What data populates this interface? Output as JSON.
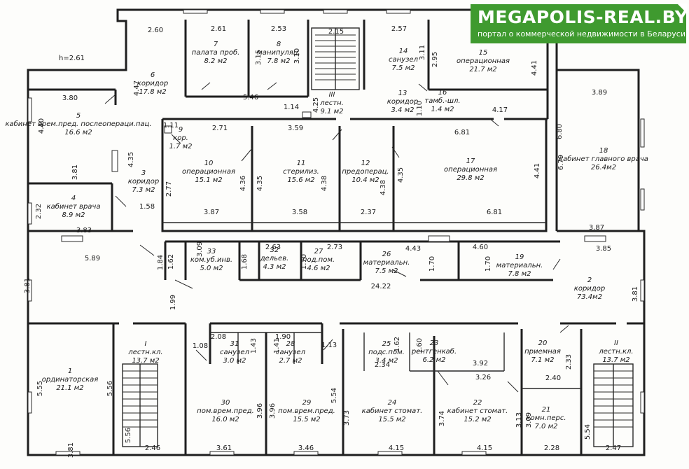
{
  "watermark": {
    "title": "MEGAPOLIS-REAL.BY",
    "subtitle": "портал о коммерческой недвижимости в Беларуси"
  },
  "height_note": "h=2.61",
  "rooms": [
    {
      "num": "1",
      "name": "ординаторская",
      "area": "21.1 м2"
    },
    {
      "num": "2",
      "name": "коридор",
      "area": "73.4м2"
    },
    {
      "num": "3",
      "name": "коридор",
      "area": "7.3 м2"
    },
    {
      "num": "4",
      "name": "кабинет врача",
      "area": "8.9 м2"
    },
    {
      "num": "5",
      "name": "кабинет врем.пред. послеопераци.пац.",
      "area": "16.6 м2"
    },
    {
      "num": "6",
      "name": "коридор",
      "area": "17.8 м2"
    },
    {
      "num": "7",
      "name": "палата проб.",
      "area": "8.2 м2"
    },
    {
      "num": "8",
      "name": "манипуляц.",
      "area": "7.8 м2"
    },
    {
      "num": "9",
      "name": "кор.",
      "area": "1.7 м2"
    },
    {
      "num": "10",
      "name": "операционная",
      "area": "15.1 м2"
    },
    {
      "num": "11",
      "name": "стерилиз.",
      "area": "15.6 м2"
    },
    {
      "num": "12",
      "name": "предоперац.",
      "area": "10.4 м2"
    },
    {
      "num": "13",
      "name": "коридор",
      "area": "3.4 м2"
    },
    {
      "num": "14",
      "name": "санузел",
      "area": "7.5 м2"
    },
    {
      "num": "15",
      "name": "операционная",
      "area": "21.7 м2"
    },
    {
      "num": "16",
      "name": "тамб.-шл.",
      "area": "1.4 м2"
    },
    {
      "num": "17",
      "name": "операционная",
      "area": "29.8 м2"
    },
    {
      "num": "18",
      "name": "кабинет главного врача",
      "area": "26.4м2"
    },
    {
      "num": "19",
      "name": "материальн.",
      "area": "7.8 м2"
    },
    {
      "num": "20",
      "name": "приемная",
      "area": "7.1 м2"
    },
    {
      "num": "21",
      "name": "комн.перс.",
      "area": "7.0 м2"
    },
    {
      "num": "22",
      "name": "кабинет стомат.",
      "area": "15.2 м2"
    },
    {
      "num": "23",
      "name": "рентгенкаб.",
      "area": "6.2 м2"
    },
    {
      "num": "24",
      "name": "кабинет стомат.",
      "area": "15.5 м2"
    },
    {
      "num": "25",
      "name": "подс.пом.",
      "area": "3.4 м2"
    },
    {
      "num": "26",
      "name": "материальн.",
      "area": "7.5 м2"
    },
    {
      "num": "27",
      "name": "под.пом.",
      "area": "4.6 м2"
    },
    {
      "num": "28",
      "name": "санузел",
      "area": "2.7 м2"
    },
    {
      "num": "29",
      "name": "пом.врем.пред.",
      "area": "15.5 м2"
    },
    {
      "num": "30",
      "name": "пом.врем.пред.",
      "area": "16.0 м2"
    },
    {
      "num": "31",
      "name": "санузел",
      "area": "3.0 м2"
    },
    {
      "num": "32",
      "name": "дельев.",
      "area": "4.3 м2"
    },
    {
      "num": "33",
      "name": "ком.уб.инв.",
      "area": "5.0 м2"
    },
    {
      "num": "I",
      "name": "лестн.кл.",
      "area": "13.7 м2"
    },
    {
      "num": "II",
      "name": "лестн.кл.",
      "area": "13.7 м2"
    },
    {
      "num": "III",
      "name": "лестн.",
      "area": "9.1 м2"
    }
  ],
  "dims": [
    "2.60",
    "2.61",
    "2.53",
    "2.15",
    "2.57",
    "3.15",
    "3.10",
    "3.11",
    "2.95",
    "4.41",
    "4.47",
    "5.46",
    "1.14",
    "4.25",
    "1.10",
    "4.17",
    "3.80",
    "3.89",
    "4.40",
    "6.80",
    "6.79",
    "4.35",
    "3.81",
    "1.11",
    "2.71",
    "3.59",
    "6.81",
    "2.77",
    "4.36",
    "4.35",
    "4.38",
    "4.38",
    "4.35",
    "4.41",
    "1.58",
    "2.32",
    "3.87",
    "3.58",
    "2.37",
    "6.81",
    "3.83",
    "3.87",
    "3.09",
    "2.63",
    "2.73",
    "4.43",
    "4.60",
    "3.85",
    "5.89",
    "1.84",
    "1.62",
    "1.68",
    "1.70",
    "1.70",
    "1.70",
    "24.22",
    "3.81",
    "1.99",
    "3.81",
    "2.08",
    "1.90",
    "1.08",
    "1.43",
    "1.41",
    "1.13",
    "1.62",
    "1.60",
    "2.34",
    "3.92",
    "2.40",
    "2.33",
    "3.26",
    "5.55",
    "5.56",
    "5.54",
    "3.96",
    "3.96",
    "3.73",
    "3.74",
    "3.13",
    "3.09",
    "5.54",
    "5.56",
    "3.81",
    "2.46",
    "3.61",
    "3.46",
    "4.15",
    "4.15",
    "2.28",
    "2.47"
  ]
}
